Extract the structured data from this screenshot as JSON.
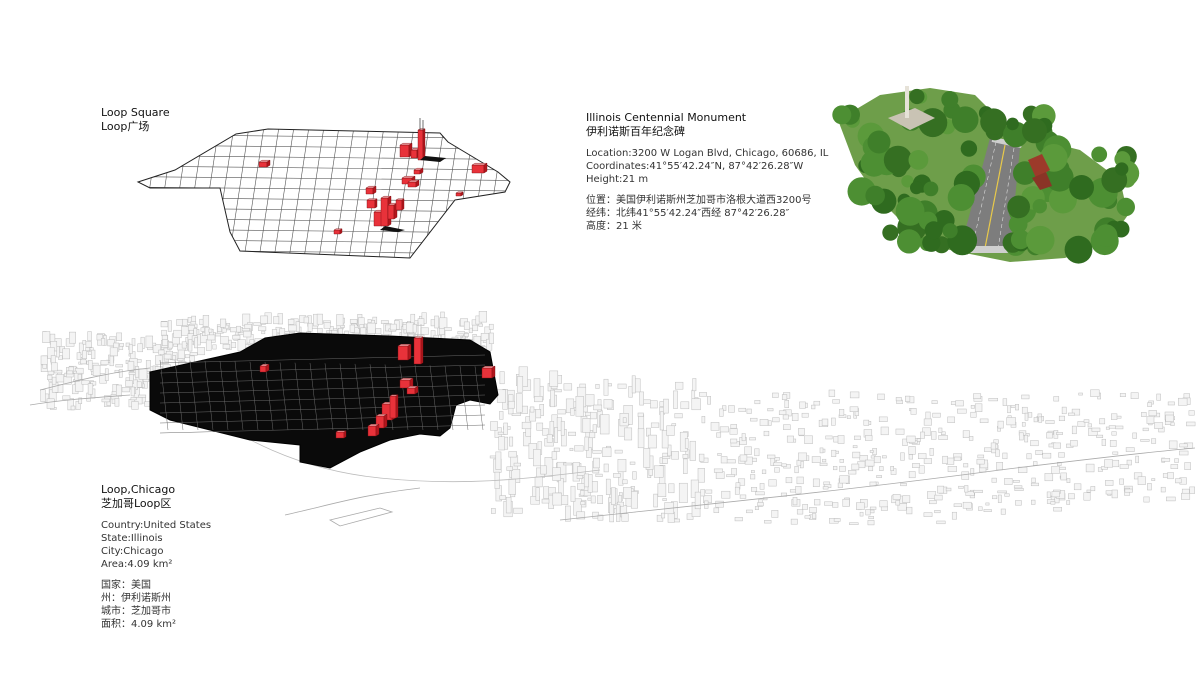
{
  "loop_square": {
    "title_en": "Loop Square",
    "title_zh": "Loop广场"
  },
  "monument": {
    "title_en": "Illinois Centennial Monument",
    "title_zh": "伊利诺斯百年纪念碑",
    "location": "Location:3200 W Logan Blvd, Chicago, 60686, IL",
    "coordinates": "Coordinates:41°55′42.24″N, 87°42′26.28″W",
    "height": "Height:21 m",
    "location_zh": "位置：美国伊利诺斯州芝加哥市洛根大道西3200号",
    "coordinates_zh": "经纬：北纬41°55′42.24″西经 87°42′26.28″",
    "height_zh": "高度：21 米"
  },
  "loop_chicago": {
    "title_en": "Loop,Chicago",
    "title_zh": "芝加哥Loop区",
    "country": "Country:United States",
    "state": "State:Illinois",
    "city": "City:Chicago",
    "area": "Area:4.09  km²",
    "country_zh": "国家：美国",
    "state_zh": "州：伊利诺斯州",
    "city_zh": "城市：芝加哥市",
    "area_zh": "面积：4.09  km²"
  },
  "colors": {
    "highlight_red": "#e8323a",
    "loop_black": "#0a0a0a",
    "tree_green": "#3f7f2a",
    "road_gray": "#7d7d7d"
  }
}
